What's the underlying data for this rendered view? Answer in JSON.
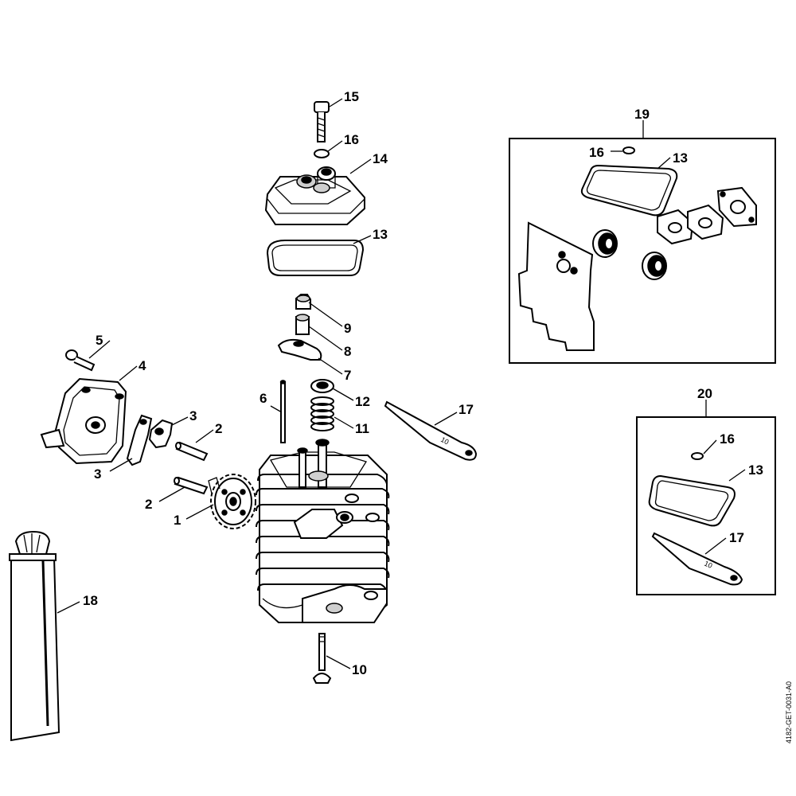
{
  "callouts": {
    "c1": "1",
    "c2a": "2",
    "c2b": "2",
    "c3a": "3",
    "c3b": "3",
    "c4": "4",
    "c5": "5",
    "c6": "6",
    "c7": "7",
    "c8": "8",
    "c9": "9",
    "c10": "10",
    "c11": "11",
    "c12": "12",
    "c13": "13",
    "c14": "14",
    "c15": "15",
    "c16": "16",
    "c17": "17",
    "c18": "18",
    "k19": "19",
    "k19_16": "16",
    "k19_13": "13",
    "k20": "20",
    "k20_16": "16",
    "k20_13": "13",
    "k20_17": "17"
  },
  "tool_marking": "10",
  "reference_code": "4182-GET-0031-A0"
}
